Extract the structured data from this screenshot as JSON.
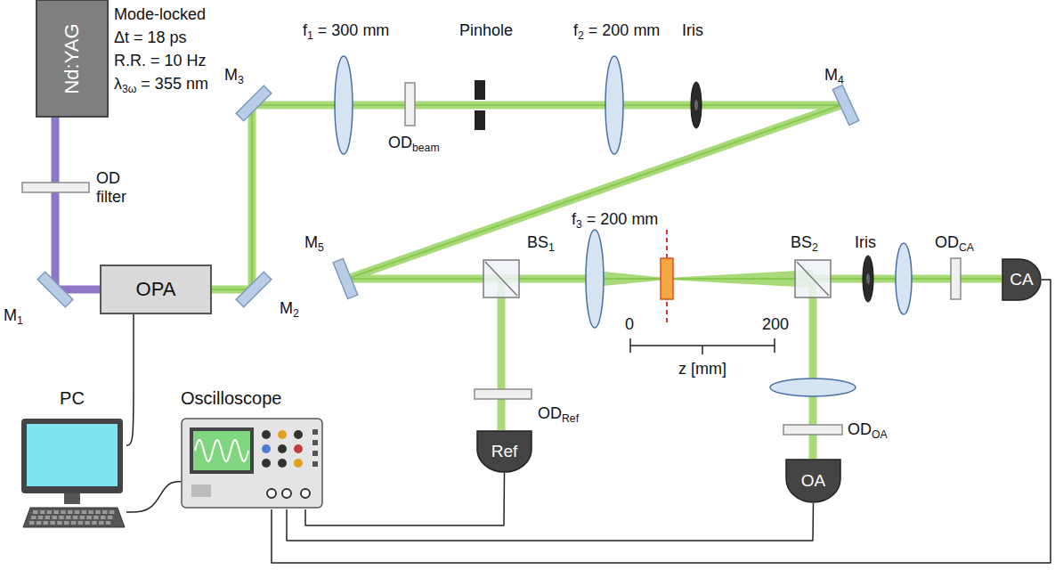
{
  "diagram": {
    "nodes": [
      {
        "text": [
          "Nd:YAG"
        ]
      },
      {
        "text": [
          "OPA"
        ]
      },
      {
        "text": [
          "PC"
        ]
      },
      {
        "text": [
          "Oscilloscope"
        ]
      },
      {
        "text": [
          "Ref"
        ]
      },
      {
        "text": [
          "OA"
        ]
      },
      {
        "text": [
          "CA"
        ]
      }
    ],
    "edges": [
      {
        "from": 0,
        "to": 1,
        "arrow": "none"
      },
      {
        "from": 1,
        "to": 2,
        "arrow": "none"
      },
      {
        "from": 2,
        "to": 3,
        "arrow": "none"
      },
      {
        "from": 4,
        "to": 3,
        "arrow": "none"
      },
      {
        "from": 5,
        "to": 3,
        "arrow": "none"
      },
      {
        "from": 6,
        "to": 3,
        "arrow": "none"
      }
    ],
    "labels": [
      "Mode-locked",
      "Δt = 18 ps",
      "R.R. = 10 Hz",
      "λ3ω = 355 nm",
      "M1",
      "OD filter",
      "M2",
      "M3",
      "f1 = 300 mm",
      "ODbeam",
      "Pinhole",
      "f2 = 200 mm",
      "Iris",
      "M4",
      "M5",
      "BS1",
      "ODRef",
      "f3 = 200 mm",
      "0",
      "200",
      "z [mm]",
      "BS2",
      "Iris",
      "ODOA",
      "ODCA"
    ]
  }
}
